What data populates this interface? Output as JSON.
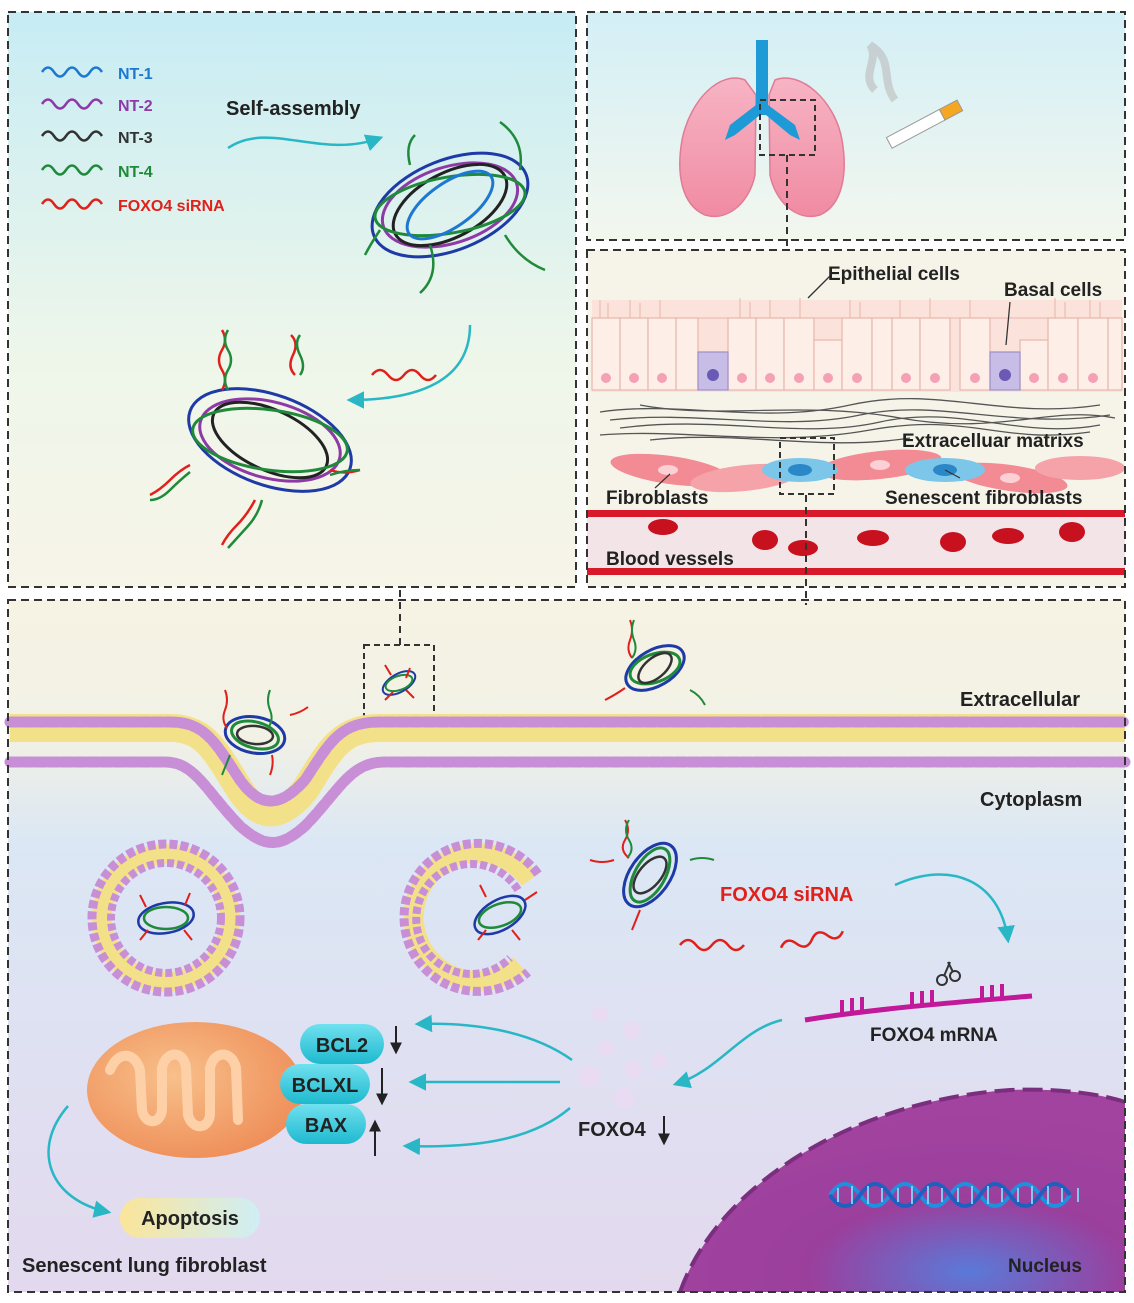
{
  "panel_a": {
    "legend": [
      {
        "label": "NT-1",
        "color": "#1e78d2"
      },
      {
        "label": "NT-2",
        "color": "#8e3aa6"
      },
      {
        "label": "NT-3",
        "color": "#333333"
      },
      {
        "label": "NT-4",
        "color": "#1f8a3a"
      },
      {
        "label": "FOXO4 siRNA",
        "color": "#e0201a"
      }
    ],
    "self_assembly": "Self-assembly"
  },
  "panel_c": {
    "epithelial": "Epithelial cells",
    "basal": "Basal cells",
    "ecm": "Extracelluar matrixs",
    "fibroblasts": "Fibroblasts",
    "senescent": "Senescent fibroblasts",
    "vessels": "Blood vessels"
  },
  "panel_d": {
    "extracellular": "Extracellular",
    "cytoplasm": "Cytoplasm",
    "sirna": "FOXO4 siRNA",
    "mrna": "FOXO4 mRNA",
    "foxo4": "FOXO4",
    "bcl2": "BCL2",
    "bclxl": "BCLXL",
    "bax": "BAX",
    "apoptosis": "Apoptosis",
    "cell_title": "Senescent lung fibroblast",
    "nucleus": "Nucleus"
  },
  "colors": {
    "sirna": "#e0201a",
    "arrow": "#29b7c6",
    "membrane": "#c98fd6",
    "mito": "#f2a06a",
    "nucleus": "#9a3d98"
  }
}
